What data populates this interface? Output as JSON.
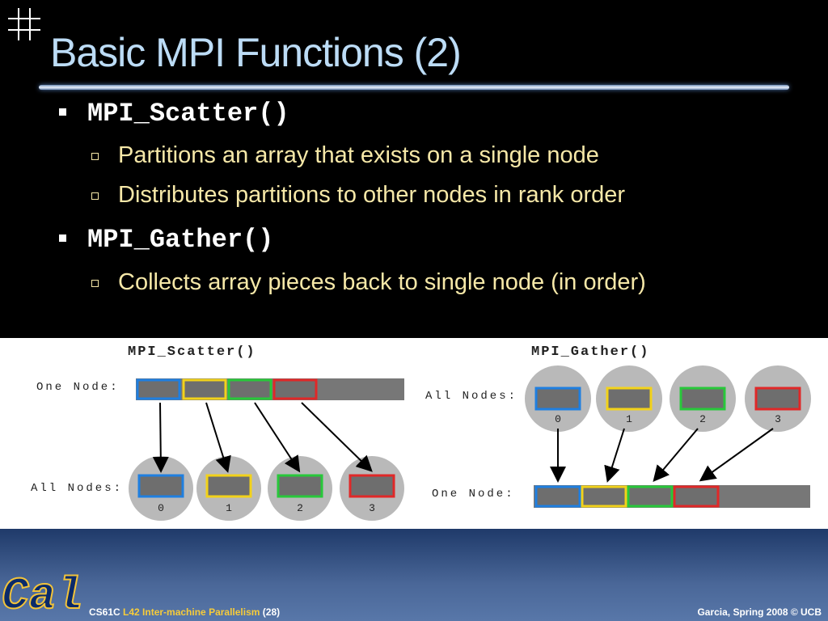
{
  "slide": {
    "title": "Basic MPI Functions (2)",
    "bullets": [
      {
        "label": "MPI_Scatter()",
        "subs": [
          "Partitions an array that exists on a single node",
          "Distributes partitions to other nodes in rank order"
        ]
      },
      {
        "label": "MPI_Gather()",
        "subs": [
          "Collects array pieces back to single node (in order)"
        ]
      }
    ]
  },
  "diagram": {
    "scatter": {
      "title": "MPI_Scatter()",
      "one_node_label": "One Node:",
      "all_nodes_label": "All Nodes:",
      "node_numbers": [
        "0",
        "1",
        "2",
        "3"
      ]
    },
    "gather": {
      "title": "MPI_Gather()",
      "one_node_label": "One Node:",
      "all_nodes_label": "All Nodes:",
      "node_numbers": [
        "0",
        "1",
        "2",
        "3"
      ]
    },
    "colors": {
      "blue": "#1f7fe0",
      "yellow": "#f2d21a",
      "green": "#28c83a",
      "red": "#e02828",
      "circle": "#b9b9b9",
      "cell": "#6e6e6e"
    }
  },
  "logo": {
    "text": "Cal"
  },
  "footer": {
    "course_code": "CS61C",
    "lecture": "L42 Inter-machine Parallelism",
    "page": "(28)",
    "credit": "Garcia, Spring 2008 © UCB"
  }
}
